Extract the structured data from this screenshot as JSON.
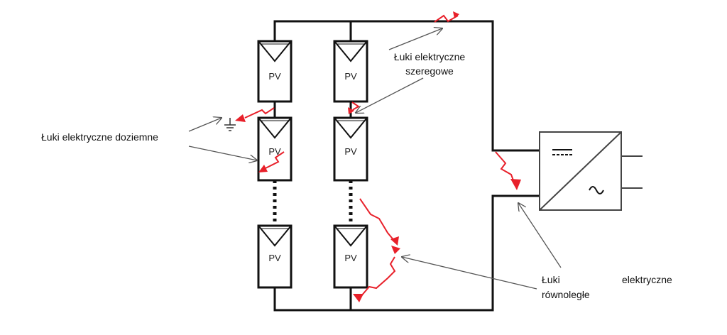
{
  "panel_label": "PV",
  "labels": {
    "ground_arcs": "Łuki elektryczne doziemne",
    "series_arcs_line1": "Łuki elektryczne",
    "series_arcs_line2": "szeregowe",
    "parallel_arcs_word1": "Łuki",
    "parallel_arcs_word2": "elektryczne",
    "parallel_arcs_word3": "równoległe"
  },
  "icons": {
    "inverter_dc": "dc-symbol-icon",
    "inverter_ac": "ac-sine-icon",
    "ground": "ground-icon"
  },
  "colors": {
    "wire": "#111111",
    "arc": "#e8202a",
    "pointer": "#555555"
  }
}
